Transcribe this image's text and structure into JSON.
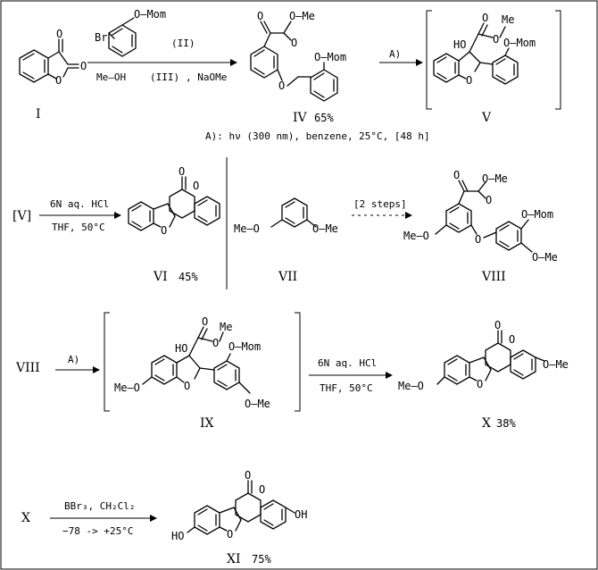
{
  "compounds": {
    "I": "I",
    "II": "(II)",
    "III": "(III)",
    "IV": "IV",
    "V": "V",
    "VI": "VI",
    "VII": "VII",
    "VIII": "VIII",
    "IX": "IX",
    "X": "X",
    "XI": "XI",
    "V_ref": "[V]",
    "VIII_ref": "VIII",
    "X_ref": "X"
  },
  "yields": {
    "IV": "65%",
    "VI": "45%",
    "X": "38%",
    "XI": "75%"
  },
  "atoms": {
    "O": "O",
    "OMe": "O—Me",
    "OMom": "O—Mom",
    "Br": "Br",
    "MeOH": "Me—OH",
    "Me": "Me",
    "HO": "HO",
    "MeO": "Me—O",
    "OH": "OH"
  },
  "conditions": {
    "step1_reagents": ", NaOMe",
    "A_label": "A)",
    "A_definition": "A): hν (300 nm), benzene,  25°C, [48 h]",
    "hcl": "6N aq. HCl",
    "thf": "THF,  50°C",
    "two_steps": "[2 steps]",
    "bbr3": "BBr₃,  CH₂Cl₂",
    "temp": "−78  ->  +25°C"
  }
}
